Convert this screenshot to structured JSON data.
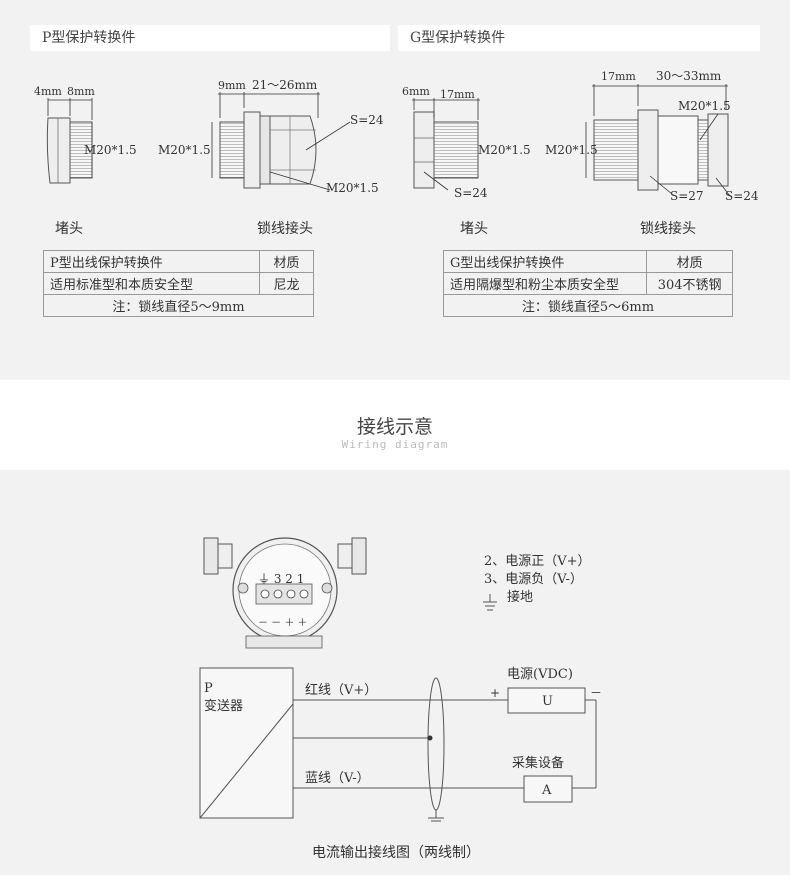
{
  "panels": {
    "p_header": "P型保护转换件",
    "g_header": "G型保护转换件"
  },
  "p_figures": {
    "dim_4mm": "4mm",
    "dim_8mm": "8mm",
    "m20_a": "M20*1.5",
    "dim_9mm": "9mm",
    "dim_21_26": "21～26mm",
    "m20_b": "M20*1.5",
    "s24": "S=24",
    "m20_c": "M20*1.5",
    "caption_plug": "堵头",
    "caption_lock": "锁线接头"
  },
  "g_figures": {
    "dim_6mm": "6mm",
    "dim_17mm_a": "17mm",
    "m20_a": "M20*1.5",
    "s24_a": "S=24",
    "dim_17mm_b": "17mm",
    "dim_30_33": "30～33mm",
    "m20_b": "M20*1.5",
    "m20_c": "M20*1.5",
    "s27": "S=27",
    "s24_b": "S=24",
    "caption_plug": "堵头",
    "caption_lock": "锁线接头"
  },
  "p_table": {
    "h1": "P型出线保护转换件",
    "h2": "材质",
    "r1": "适用标准型和本质安全型",
    "r2": "尼龙",
    "note": "注：锁线直径5～9mm"
  },
  "g_table": {
    "h1": "G型出线保护转换件",
    "h2": "材质",
    "r1": "适用隔爆型和粉尘本质安全型",
    "r2": "304不锈钢",
    "note": "注：锁线直径5～6mm"
  },
  "wiring": {
    "title": "接线示意",
    "subtitle": "Wiring diagram",
    "terminal_labels": "⏚ 3 2 1",
    "terminal_signs": "－ － ＋ ＋",
    "legend_1": "2、电源正（V+）",
    "legend_2": "3、电源负（V-）",
    "legend_3": "接地",
    "transmitter_p": "P",
    "transmitter_name": "变送器",
    "red_wire": "红线（V+）",
    "blue_wire": "蓝线（V-）",
    "power_label": "电源(VDC)",
    "power_box": "U",
    "plus": "+",
    "minus": "－",
    "acq_label": "采集设备",
    "acq_box": "A",
    "caption": "电流输出接线图（两线制）"
  }
}
